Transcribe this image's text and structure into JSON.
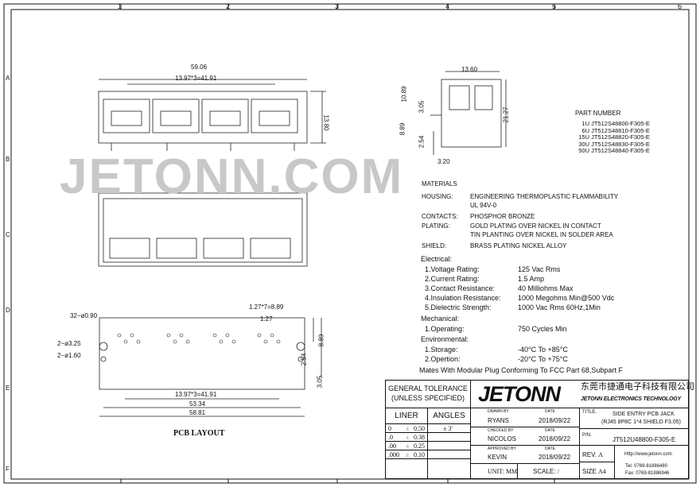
{
  "frame": {
    "columns": [
      "1",
      "2",
      "3",
      "4",
      "5",
      "6"
    ],
    "rows": [
      "A",
      "B",
      "C",
      "D",
      "E",
      "F"
    ]
  },
  "watermark": "JETONN.COM",
  "front_view": {
    "overall": "59.06",
    "pitch": "13.97*3=41.91",
    "height": "13.80"
  },
  "side_view": {
    "depth": "13.60",
    "h1": "10.89",
    "h2": "3.05",
    "total": "21.27",
    "h3": "8.89",
    "h4": "2.54",
    "w": "3.20"
  },
  "pcb_layout": {
    "title": "PCB LAYOUT",
    "holes_small": "32−ø0.90",
    "holes_big": "2−ø3.25",
    "holes_mid": "2−ø1.60",
    "pin_pitch": "1.27*7=8.89",
    "pitch": "1.27",
    "row_gap": "2.54",
    "row_total": "8.89",
    "offset": "3.05",
    "port_pitch": "13.97*3=41.91",
    "width1": "53.34",
    "width2": "58.81"
  },
  "part_numbers": {
    "title": "PART NUMBER",
    "items": [
      {
        "q": "1U",
        "pn": "JT512S48800-F305-E"
      },
      {
        "q": "6U",
        "pn": "JT512S48810-F305-E"
      },
      {
        "q": "15U",
        "pn": "JT512S48820-F305-E"
      },
      {
        "q": "30U",
        "pn": "JT512S48830-F305-E"
      },
      {
        "q": "50U",
        "pn": "JT512S48840-F305-E"
      }
    ]
  },
  "materials": {
    "title": "MATERIALS",
    "rows": [
      {
        "k": "HOUSING:",
        "v": "ENGINEERING THERMOPLASTIC FLAMMABILITY",
        "v2": "UL 94V-0"
      },
      {
        "k": "CONTACTS:",
        "v": "PHOSPHOR BRONZE",
        "v2": ""
      },
      {
        "k": "PLATING:",
        "v": "GOLD PLATING OVER NICKEL IN CONTACT",
        "v2": "TIN PLANTING OVER NICKEL IN SOLDER AREA"
      },
      {
        "k": "SHIELD:",
        "v": "BRASS PLATING NICKEL ALLOY",
        "v2": ""
      }
    ]
  },
  "electrical": {
    "title": "Electrical:",
    "rows": [
      {
        "k": "1.Voltage Rating:",
        "v": "125 Vac Rms"
      },
      {
        "k": "2.Current Rating:",
        "v": "1.5 Amp"
      },
      {
        "k": "3.Contact Resistance:",
        "v": "40 Milliohms Max"
      },
      {
        "k": "4.Insulation Resistance:",
        "v": "1000 Megohms Min@500 Vdc"
      },
      {
        "k": "5.Dielectric Strength:",
        "v": "1000 Vac Rms 60Hz,1Min"
      }
    ]
  },
  "mechanical": {
    "title": "Mechanical:",
    "rows": [
      {
        "k": "1.Operating:",
        "v": "750 Cycles Min"
      }
    ]
  },
  "environmental": {
    "title": "Environmental:",
    "rows": [
      {
        "k": "1.Storage:",
        "v": "-40°C To +85°C"
      },
      {
        "k": "2.Opertion:",
        "v": "-20°C To +75°C"
      }
    ]
  },
  "note": "Mates With Modular Plug Conforming To FCC Part 68,Subpart F",
  "title_block": {
    "tolerance": "GENERAL TOLERANCE",
    "tolerance2": "(UNLESS SPECIFIED)",
    "logo": "JETONN",
    "company_cn": "东莞市捷通电子科技有限公司",
    "company_en": "JETONN ELECTRONICS TECHNOLOGY",
    "liner": "LINER",
    "angles": "ANGLES",
    "tol_rows": [
      {
        "p": "0",
        "v": "0.50"
      },
      {
        "p": ".0",
        "v": "0.38"
      },
      {
        "p": ".00",
        "v": "0.25"
      },
      {
        "p": ".000",
        "v": "0.10"
      }
    ],
    "pm": "±",
    "angle_tol": "± 3'",
    "drawn_label": "DRAWN BY",
    "drawn": "RYANS",
    "checked_label": "CHECKED BY",
    "checked": "NICOLOS",
    "approved_label": "APPROVED BY",
    "approved": "KEVIN",
    "date_label": "DATE",
    "date": "2018/09/22",
    "title_label": "TITLE.",
    "title1": "SIDE ENTRY PCB JACK",
    "title2": "(RJ45  8P8C 1*4 SHIELD F3.05)",
    "pn_label": "P/N.",
    "pn": "JT512U48800-F305-E",
    "unit_label": "UNIT:",
    "unit": "MM",
    "scale_label": "SCALE:",
    "scale": "/",
    "rev_label": "REV.",
    "rev": "A",
    "size_label": "SIZE",
    "size": "A4",
    "web": "Http://www.jetonn.com",
    "tel": "Tel:  0769-81886480",
    "fax": "Fax: 0769-81886946"
  }
}
